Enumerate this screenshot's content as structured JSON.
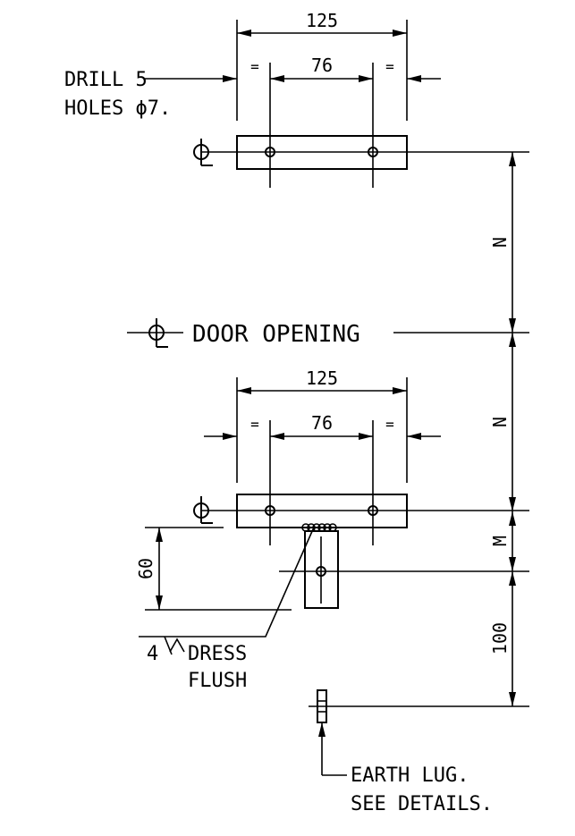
{
  "notes": {
    "drill_line1": "DRILL 5",
    "drill_line2": "HOLES ϕ7.",
    "door_opening": "DOOR OPENING",
    "weld_size": "4",
    "dress_line1": "DRESS",
    "dress_line2": "FLUSH",
    "earth_line1": "EARTH LUG.",
    "earth_line2": "SEE DETAILS."
  },
  "dimensions": {
    "top_overall": "125",
    "top_pitch": "76",
    "top_equal_left": "=",
    "top_equal_right": "=",
    "bottom_overall": "125",
    "bottom_pitch": "76",
    "bottom_equal_left": "=",
    "bottom_equal_right": "=",
    "n_upper": "N",
    "n_lower": "N",
    "m": "M",
    "hundred": "100",
    "sixty": "60"
  },
  "symbols": {
    "centerline": "centerline-symbol"
  }
}
